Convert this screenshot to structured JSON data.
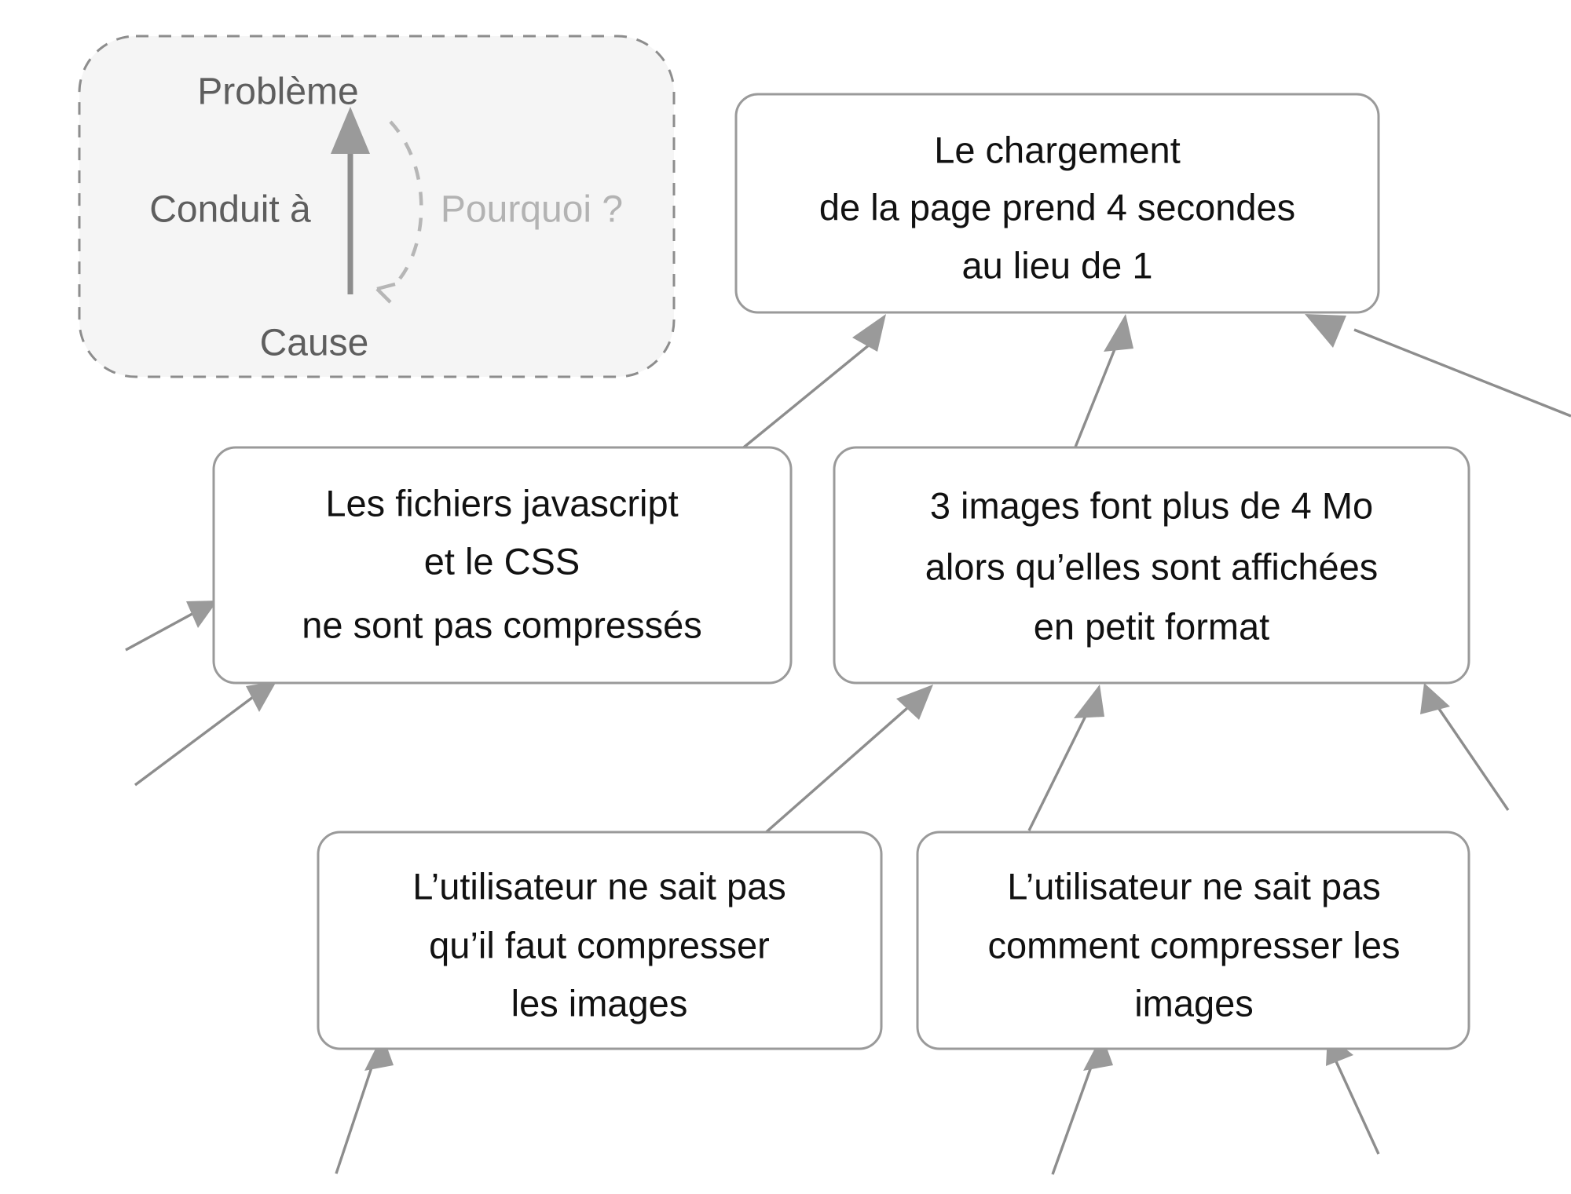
{
  "diagram": {
    "type": "root-cause-tree",
    "title": "",
    "colors": {
      "box_stroke": "#9a9a9a",
      "box_fill": "#ffffff",
      "edge": "#8d8d8d",
      "legend_fill": "#f5f5f5",
      "legend_stroke": "#8d8d8d",
      "legend_text": "#5e5e5e",
      "legend_muted_text": "#b3b3b3",
      "node_text": "#111111"
    },
    "legend": {
      "name": "cause-effect-legend",
      "top_label": "Problème",
      "left_label": "Conduit à",
      "right_label": "Pourquoi ?",
      "bottom_label": "Cause"
    },
    "nodes": [
      {
        "id": "problem",
        "name": "problem-node",
        "lines": [
          "Le chargement",
          "de la page prend 4 secondes",
          "au lieu de 1"
        ]
      },
      {
        "id": "cause-js-css",
        "name": "cause-js-css-node",
        "lines": [
          "Les fichiers javascript",
          "et le CSS",
          "ne sont pas compressés"
        ]
      },
      {
        "id": "cause-images",
        "name": "cause-images-node",
        "lines": [
          "3 images font plus de 4 Mo",
          "alors qu’elles sont affichées",
          "en petit format"
        ]
      },
      {
        "id": "cause-user-unaware",
        "name": "cause-user-unaware-node",
        "lines": [
          "L’utilisateur ne sait pas",
          "qu’il faut compresser",
          "les images"
        ]
      },
      {
        "id": "cause-user-howto",
        "name": "cause-user-howto-node",
        "lines": [
          "L’utilisateur ne sait pas",
          "comment compresser les",
          "images"
        ]
      }
    ],
    "edges": [
      {
        "from": "cause-js-css",
        "to": "problem"
      },
      {
        "from": "cause-images",
        "to": "problem"
      },
      {
        "from": "offscreen-right",
        "to": "problem"
      },
      {
        "from": "offscreen-left-upper",
        "to": "cause-js-css"
      },
      {
        "from": "offscreen-left-lower",
        "to": "cause-js-css"
      },
      {
        "from": "cause-user-unaware",
        "to": "cause-images"
      },
      {
        "from": "cause-user-howto",
        "to": "cause-images"
      },
      {
        "from": "offscreen-right-lower",
        "to": "cause-images"
      },
      {
        "from": "offscreen-bottom-1",
        "to": "cause-user-unaware"
      },
      {
        "from": "offscreen-bottom-2",
        "to": "cause-user-howto"
      },
      {
        "from": "offscreen-bottom-3",
        "to": "cause-user-howto"
      }
    ]
  }
}
